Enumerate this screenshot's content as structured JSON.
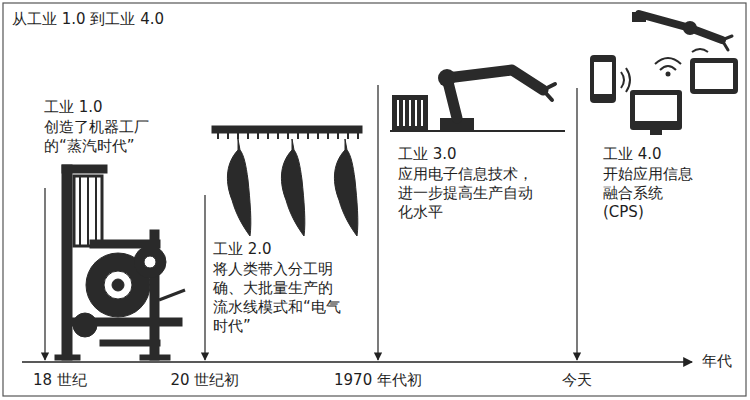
{
  "diagram": {
    "title": "从工业 1.0 到工业 4.0",
    "labels": [
      "工业 1.0",
      "创造了机器工厂的“蒸汽时代”",
      "工业 2.0",
      "将人类带入分工明确、大批量生产的流水线模式和“电气时代”",
      "工业 3.0",
      "应用电子信息技术，进一步提高生产自动化水平",
      "工业 4.0",
      "开始应用信息融合系统 (CPS)",
      "18 世纪",
      "20 世纪初",
      "1970 年代初",
      "今天",
      "年代"
    ]
  }
}
